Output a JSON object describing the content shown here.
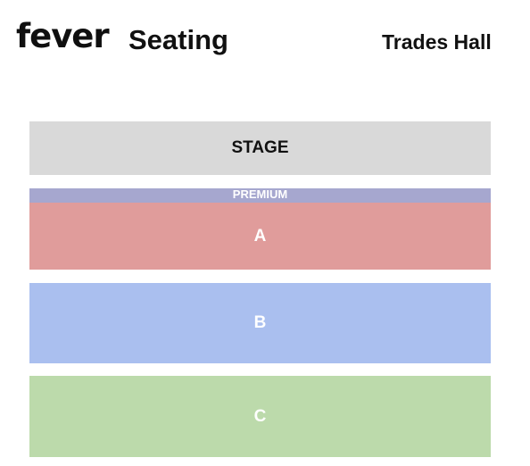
{
  "header": {
    "brand": "fever",
    "title": "Seating",
    "venue": "Trades Hall"
  },
  "seatmap": {
    "stage_label": "STAGE",
    "sections": [
      {
        "label": "PREMIUM",
        "color": "#a6a7cf"
      },
      {
        "label": "A",
        "color": "#e09c9b"
      },
      {
        "label": "B",
        "color": "#aabfef"
      },
      {
        "label": "C",
        "color": "#bcdaab"
      }
    ],
    "stage_color": "#d9d9d9"
  }
}
